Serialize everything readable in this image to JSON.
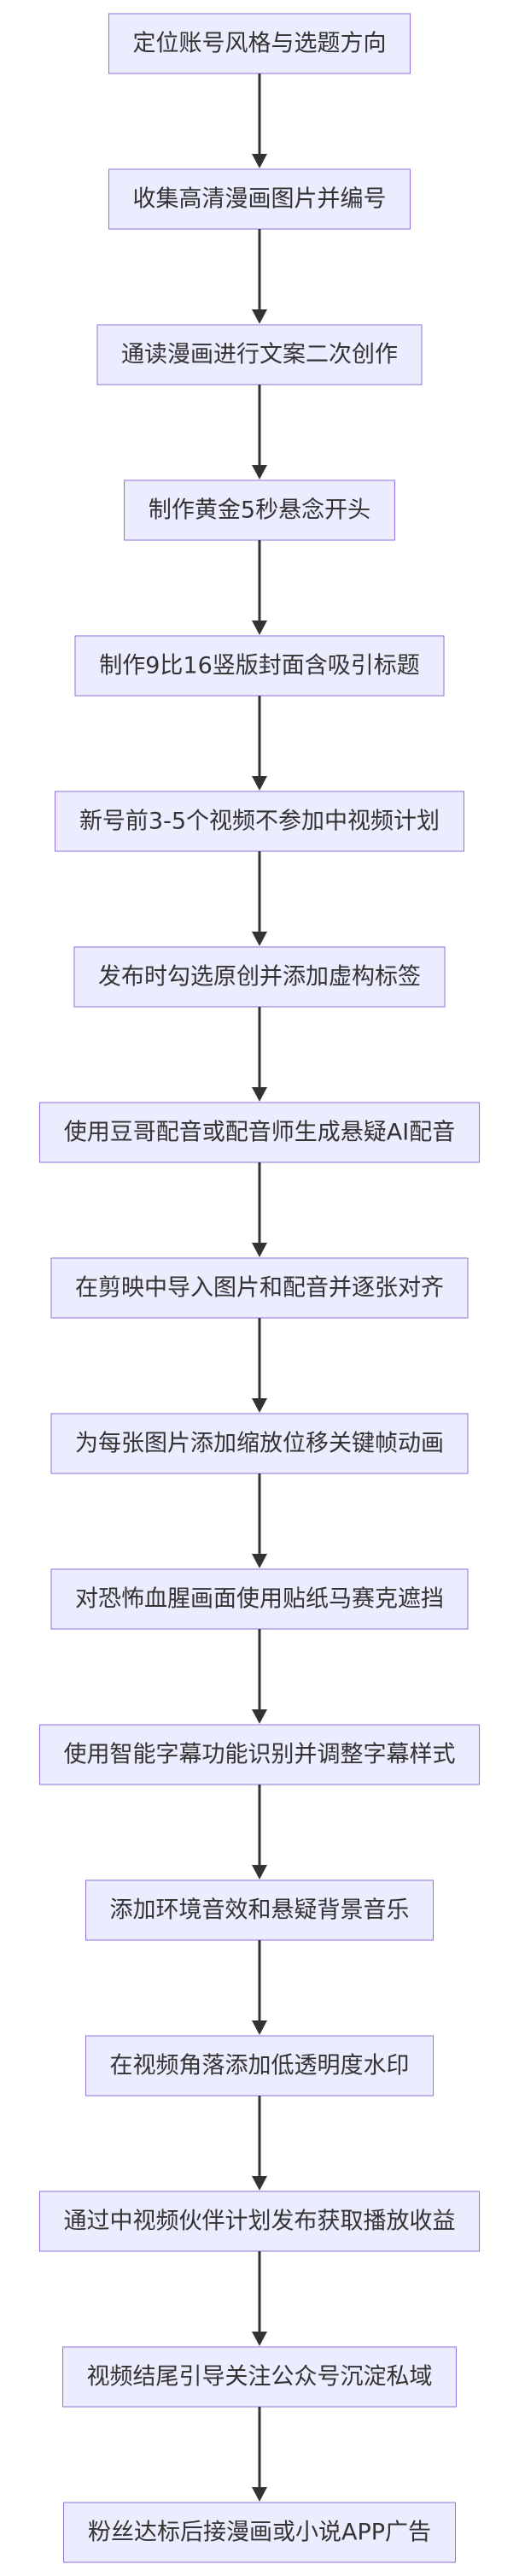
{
  "diagram": {
    "type": "flowchart",
    "direction": "top-down",
    "colors": {
      "node_fill": "#ECECFF",
      "node_border": "#9370DB",
      "text": "#333333",
      "edge": "#333333"
    },
    "nodes": [
      "定位账号风格与选题方向",
      "收集高清漫画图片并编号",
      "通读漫画进行文案二次创作",
      "制作黄金5秒悬念开头",
      "制作9比16竖版封面含吸引标题",
      "新号前3-5个视频不参加中视频计划",
      "发布时勾选原创并添加虚构标签",
      "使用豆哥配音或配音师生成悬疑AI配音",
      "在剪映中导入图片和配音并逐张对齐",
      "为每张图片添加缩放位移关键帧动画",
      "对恐怖血腥画面使用贴纸马赛克遮挡",
      "使用智能字幕功能识别并调整字幕样式",
      "添加环境音效和悬疑背景音乐",
      "在视频角落添加低透明度水印",
      "通过中视频伙伴计划发布获取播放收益",
      "视频结尾引导关注公众号沉淀私域",
      "粉丝达标后接漫画或小说APP广告"
    ]
  }
}
